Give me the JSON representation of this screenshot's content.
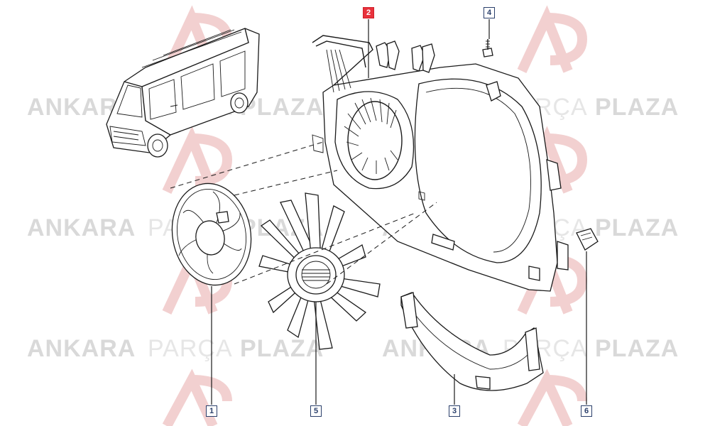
{
  "watermark": {
    "brand_bold_1": "ANKARA",
    "brand_light": "PARÇA",
    "brand_bold_2": "PLAZA",
    "logo_color": "#f0c8c8"
  },
  "callouts": [
    {
      "id": "1",
      "label": "1",
      "highlighted": false
    },
    {
      "id": "2",
      "label": "2",
      "highlighted": true
    },
    {
      "id": "3",
      "label": "3",
      "highlighted": false
    },
    {
      "id": "4",
      "label": "4",
      "highlighted": false
    },
    {
      "id": "5",
      "label": "5",
      "highlighted": false
    },
    {
      "id": "6",
      "label": "6",
      "highlighted": false
    }
  ],
  "colors": {
    "highlight": "#e8323c",
    "callout_border": "#2a3f6b",
    "line": "#1a1a1a"
  }
}
